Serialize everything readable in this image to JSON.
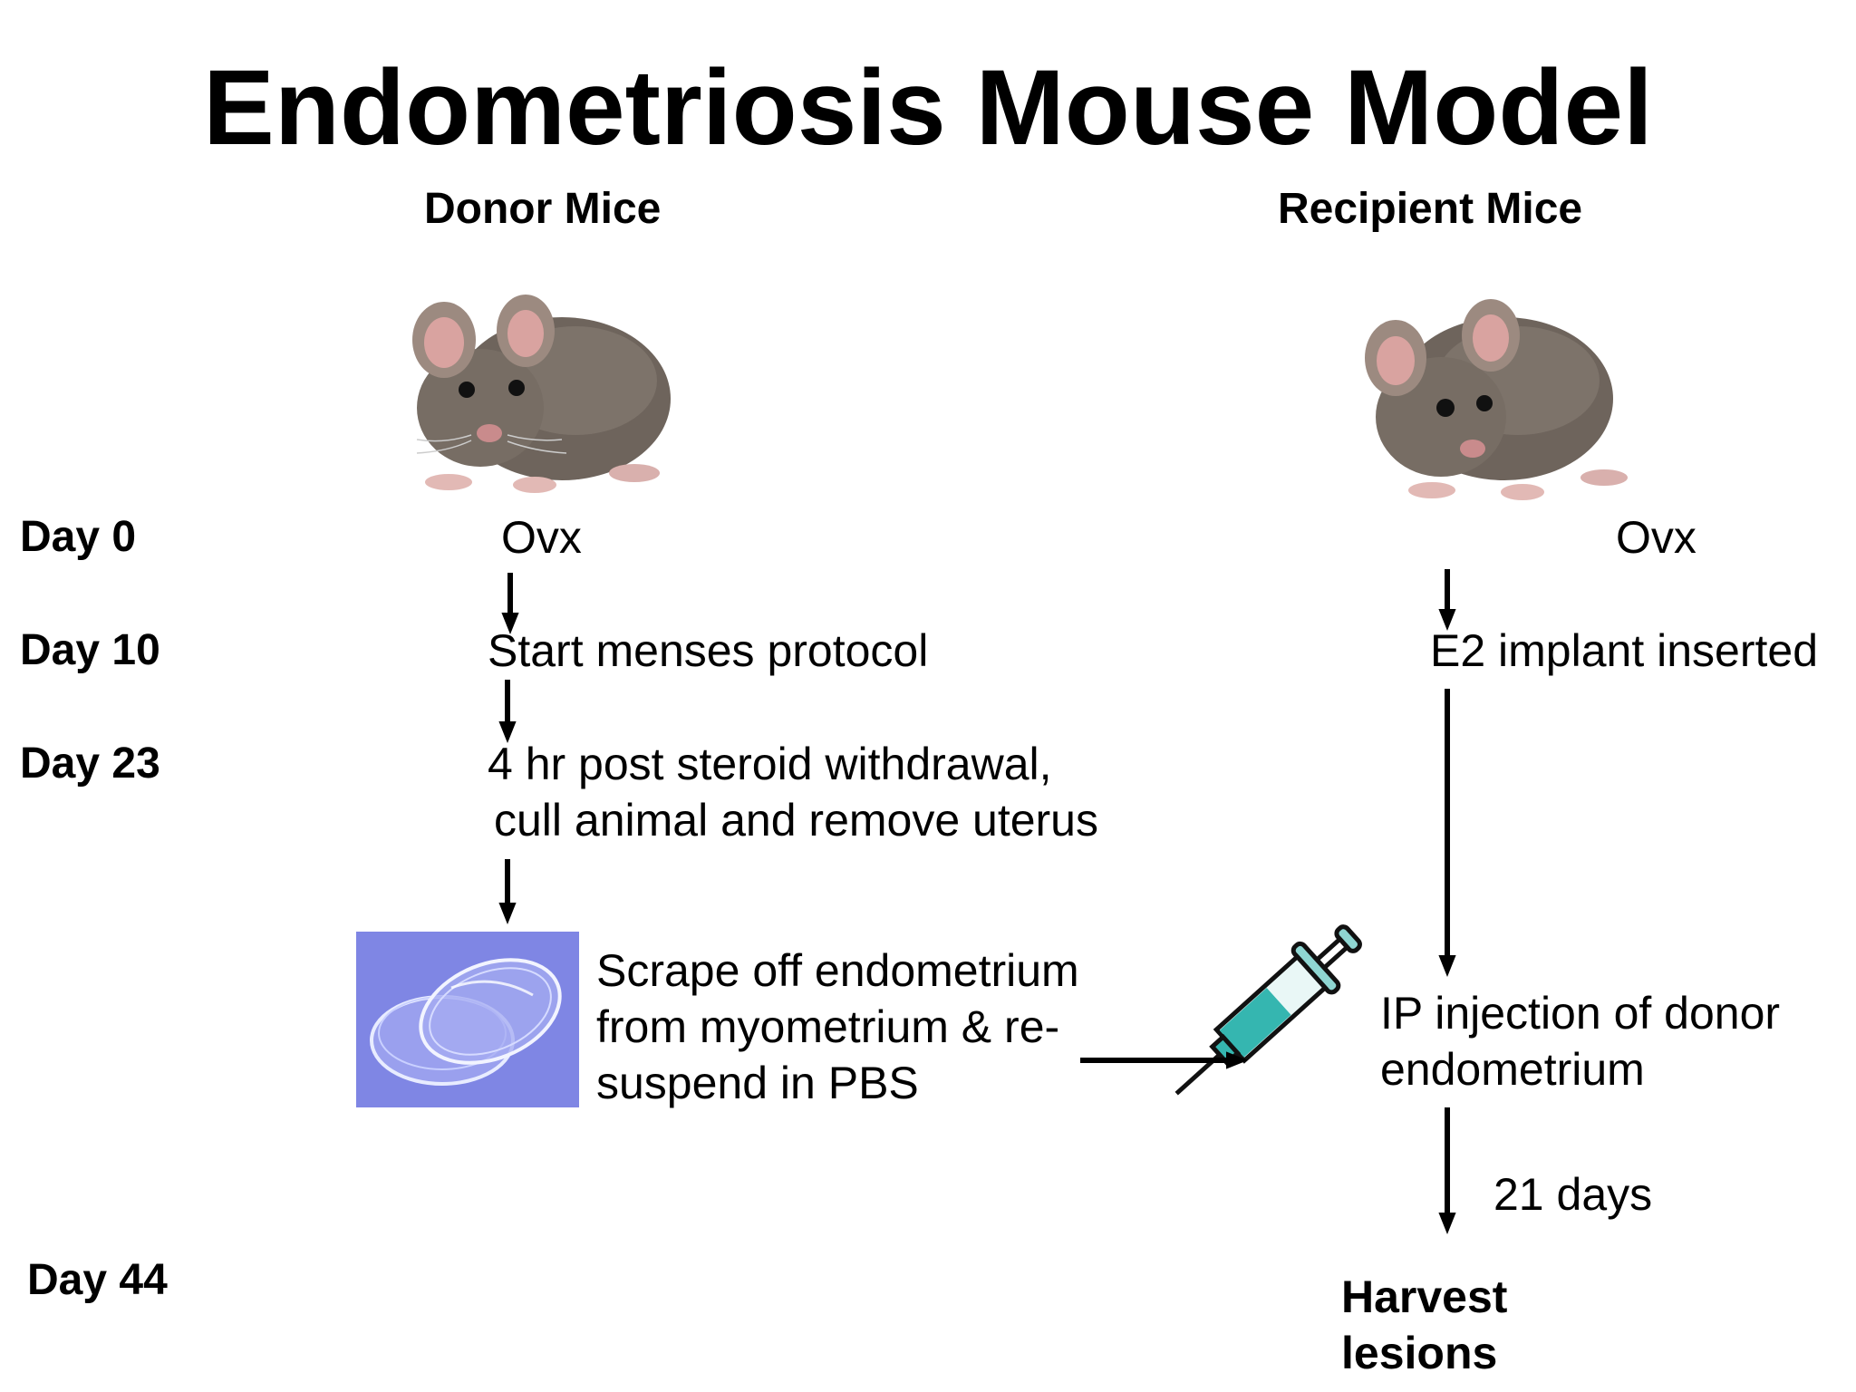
{
  "title": "Endometriosis Mouse Model",
  "columns": {
    "donor": "Donor Mice",
    "recipient": "Recipient Mice"
  },
  "days": {
    "d0": "Day 0",
    "d10": "Day 10",
    "d23": "Day 23",
    "d44": "Day 44"
  },
  "donor_steps": {
    "ovx": "Ovx",
    "menses": "Start menses protocol",
    "withdrawal_line1": "4 hr post steroid withdrawal,",
    "withdrawal_line2": "cull animal and remove uterus",
    "scrape_line1": "Scrape off endometrium",
    "scrape_line2": "from myometrium & re-",
    "scrape_line3": "suspend in PBS"
  },
  "recipient_steps": {
    "ovx": "Ovx",
    "implant": "E2 implant inserted",
    "injection_line1": "IP injection of donor",
    "injection_line2": "endometrium",
    "interval": "21 days",
    "harvest_line1": "Harvest",
    "harvest_line2": "lesions"
  },
  "colors": {
    "arrow": "#000000",
    "dish_background": "#7f86e4",
    "mouse_fur": "#6e645c",
    "syringe_fluid": "#35b6b0"
  },
  "icons": [
    "mouse-icon",
    "petri-dish-icon",
    "syringe-icon"
  ]
}
